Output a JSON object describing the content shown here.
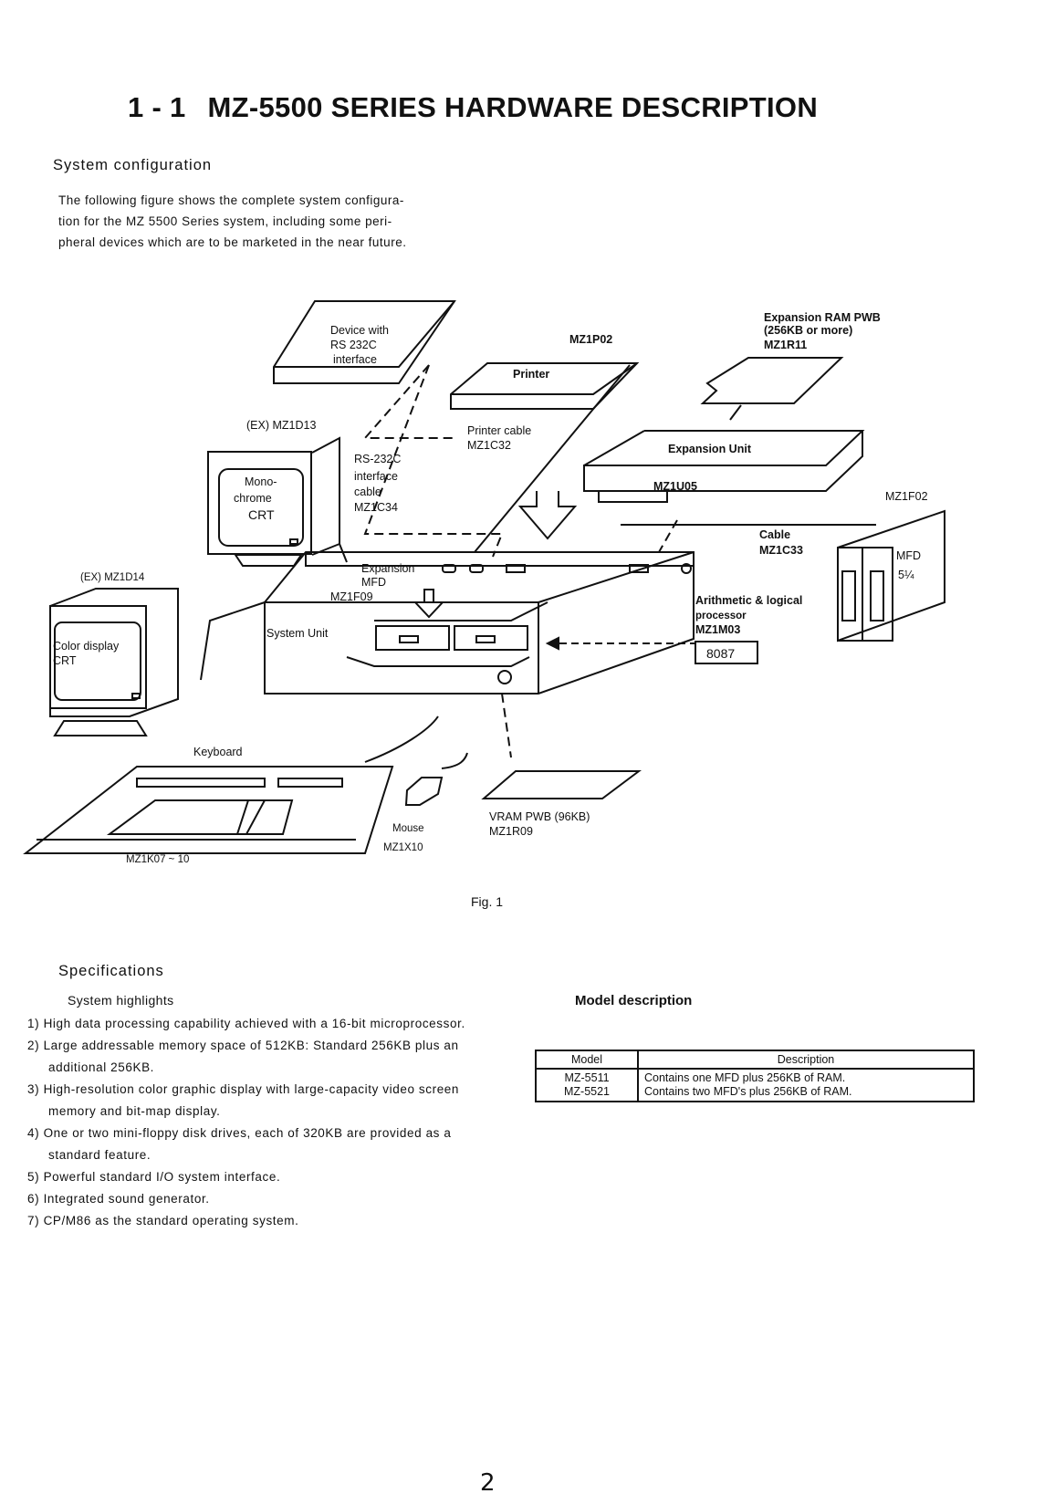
{
  "heading": {
    "number": "1 - 1",
    "title": "MZ-5500 SERIES HARDWARE DESCRIPTION"
  },
  "system_configuration": {
    "heading": "System configuration",
    "paragraph_lines": [
      "The following figure shows the complete system configura-",
      "tion for the MZ 5500 Series system, including some peri-",
      "pheral devices which are to be marketed in the near future."
    ]
  },
  "figure": {
    "caption": "Fig. 1",
    "labels": {
      "rs232_device_1": "Device with",
      "rs232_device_2": "RS 232C",
      "rs232_device_3": "interface",
      "printer": "Printer",
      "printer_model": "MZ1P02",
      "exp_ram_1": "Expansion RAM PWB",
      "exp_ram_2": "(256KB or more)",
      "exp_ram_3": "MZ1R11",
      "mono_model": "(EX) MZ1D13",
      "mono_1": "Mono-",
      "mono_2": "chrome",
      "mono_3": "CRT",
      "printer_cable_1": "Printer cable",
      "printer_cable_2": "MZ1C32",
      "rs_cable_1": "RS-232C",
      "rs_cable_2": "interface",
      "rs_cable_3": "cable",
      "rs_cable_4": "MZ1C34",
      "exp_unit": "Expansion Unit",
      "exp_unit_model": "MZ1U05",
      "mfd_unit_model": "MZ1F02",
      "cable_1": "Cable",
      "cable_2": "MZ1C33",
      "mfd_1": "MFD",
      "mfd_2": "5¼",
      "color_model": "(EX) MZ1D14",
      "color_1": "Color display",
      "color_2": "CRT",
      "exp_mfd_1": "Expansion",
      "exp_mfd_2": "MFD",
      "exp_mfd_3": "MZ1F09",
      "system_unit": "System Unit",
      "alu_1": "Arithmetic & logical",
      "alu_2": "processor",
      "alu_3": "MZ1M03",
      "chip": "8087",
      "keyboard": "Keyboard",
      "keyboard_model": "MZ1K07 ~ 10",
      "mouse": "Mouse",
      "mouse_model": "MZ1X10",
      "vram_1": "VRAM PWB (96KB)",
      "vram_2": "MZ1R09"
    }
  },
  "specifications": {
    "heading": "Specifications",
    "subheading": "System highlights",
    "highlights": [
      {
        "num": "1)",
        "text": "High data processing capability achieved with a 16-bit microprocessor."
      },
      {
        "num": "2)",
        "text": "Large addressable memory space of 512KB: Standard 256KB plus an additional 256KB."
      },
      {
        "num": "3)",
        "text": "High-resolution color graphic display with large-capacity video screen memory and bit-map display."
      },
      {
        "num": "4)",
        "text": "One or two mini-floppy disk drives, each of 320KB are provided as a standard feature."
      },
      {
        "num": "5)",
        "text": "Powerful standard I/O system interface."
      },
      {
        "num": "6)",
        "text": "Integrated sound generator."
      },
      {
        "num": "7)",
        "text": "CP/M86 as the standard operating system."
      }
    ]
  },
  "model_description": {
    "heading": "Model description",
    "headers": [
      "Model",
      "Description"
    ],
    "rows": [
      {
        "model": "MZ-5511",
        "description": "Contains one MFD plus 256KB of RAM."
      },
      {
        "model": "MZ-5521",
        "description": "Contains two MFD's plus 256KB of RAM."
      }
    ]
  },
  "page_number": "2"
}
